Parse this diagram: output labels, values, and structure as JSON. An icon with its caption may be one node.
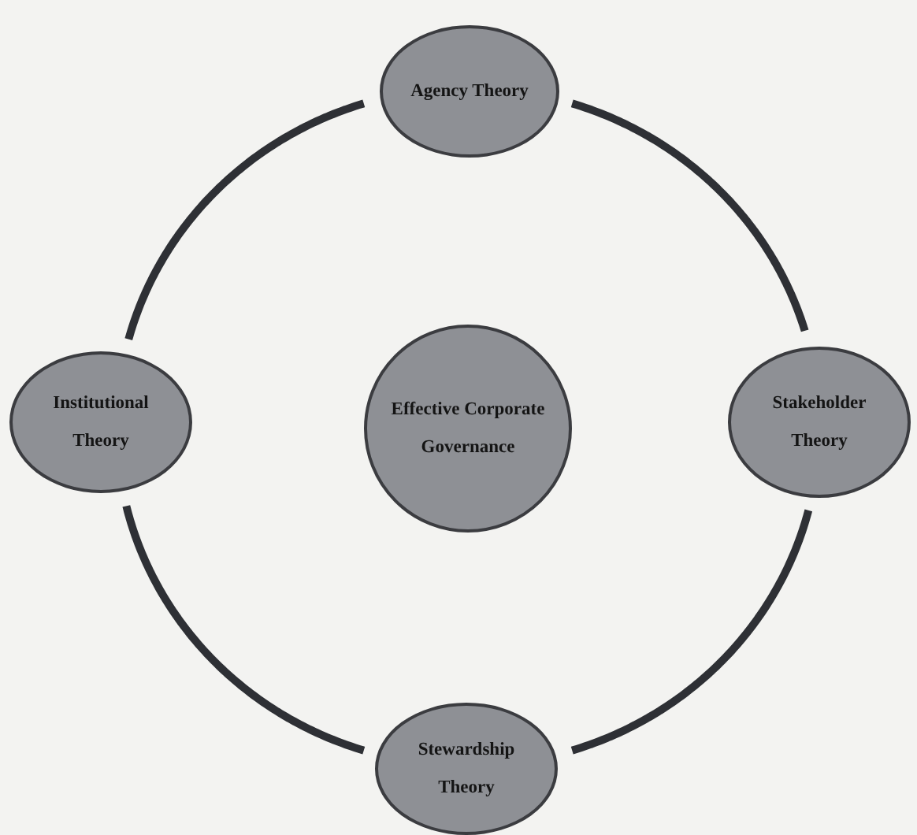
{
  "diagram": {
    "nodes": [
      {
        "text": [
          "Agency Theory"
        ]
      },
      {
        "text": [
          "Institutional Theory"
        ]
      },
      {
        "text": [
          "Effective Corporate Governance"
        ]
      },
      {
        "text": [
          "Stakeholder Theory"
        ]
      },
      {
        "text": [
          "Stewardship Theory"
        ]
      }
    ],
    "edges": [
      {
        "from": 0,
        "to": 3,
        "arrow": "none"
      },
      {
        "from": 3,
        "to": 4,
        "arrow": "none"
      },
      {
        "from": 4,
        "to": 1,
        "arrow": "none"
      },
      {
        "from": 1,
        "to": 0,
        "arrow": "none"
      }
    ]
  }
}
